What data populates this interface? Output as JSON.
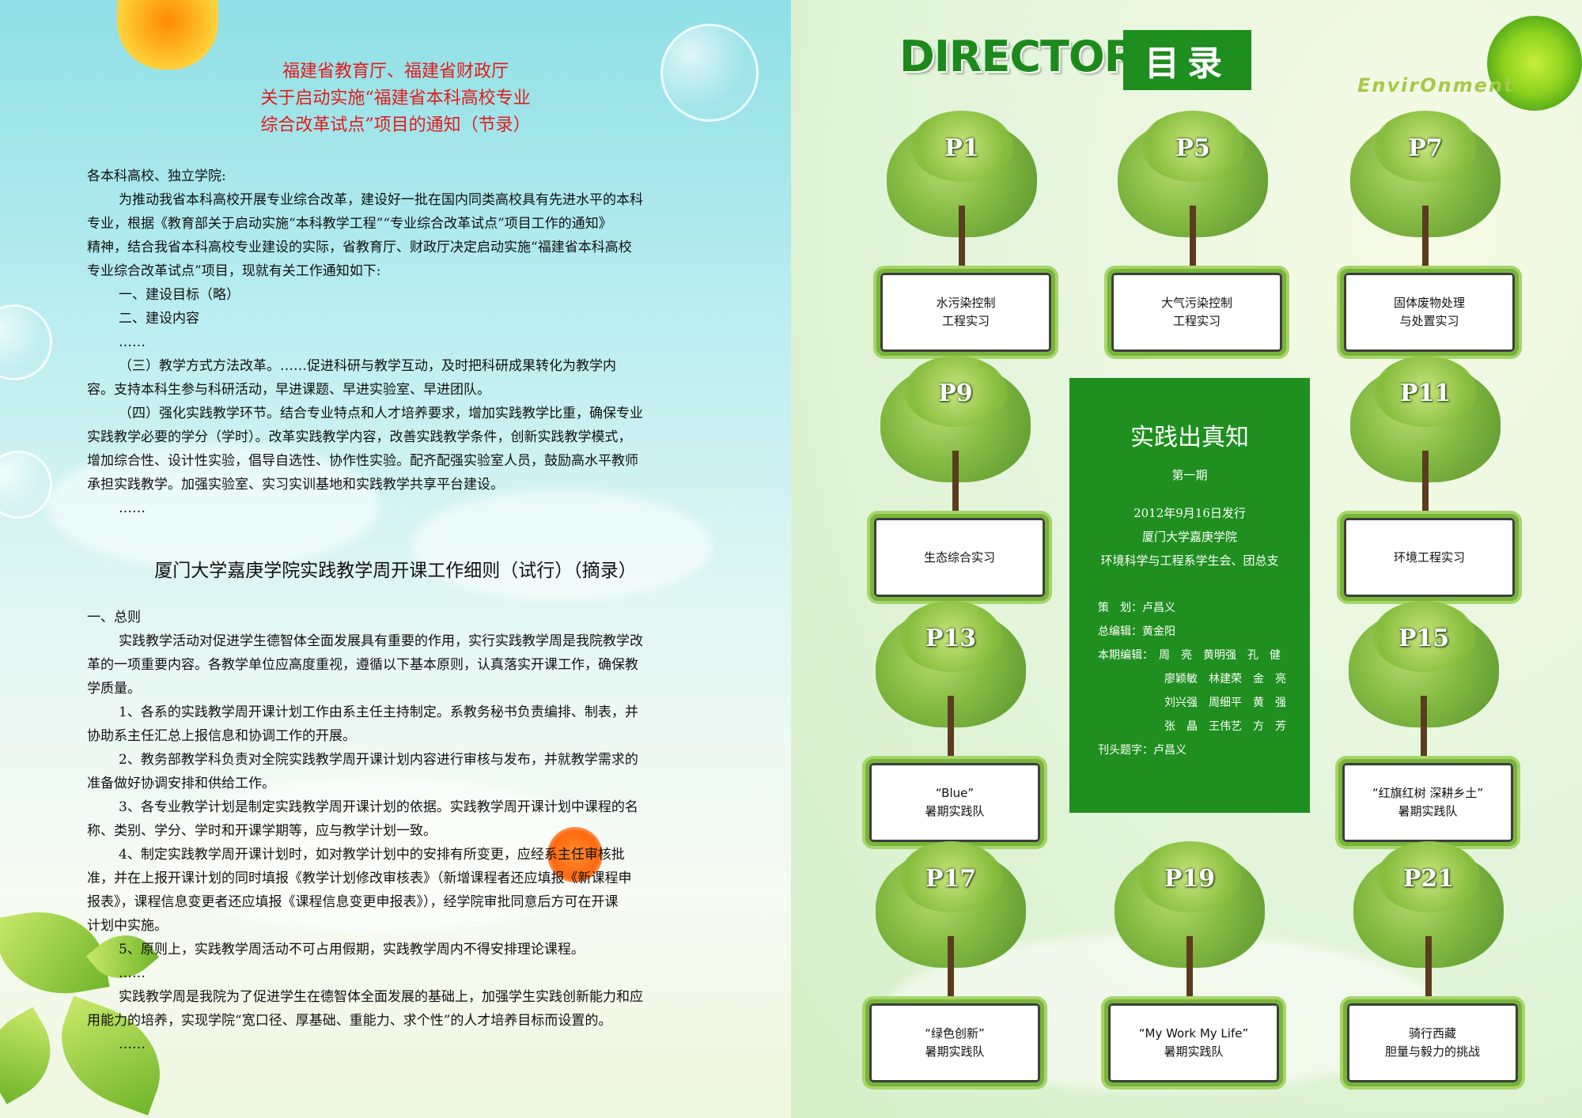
{
  "left": {
    "notice_title": [
      "福建省教育厅、福建省财政厅",
      "关于启动实施“福建省本科高校专业",
      "综合改革试点”项目的通知（节录）"
    ],
    "notice_body": [
      "各本科高校、独立学院:",
      "为推动我省本科高校开展专业综合改革，建设好一批在国内同类高校具有先进水平的本科",
      "专业，根据《教育部关于启动实施“本科教学工程”“专业综合改革试点”项目工作的通知》",
      "精神，结合我省本科高校专业建设的实际，省教育厅、财政厅决定启动实施“福建省本科高校",
      "专业综合改革试点”项目，现就有关工作通知如下:",
      "一、建设目标（略）",
      "二、建设内容",
      "……",
      "（三）教学方式方法改革。……促进科研与教学互动，及时把科研成果转化为教学内",
      "容。支持本科生参与科研活动，早进课题、早进实验室、早进团队。",
      "（四）强化实践教学环节。结合专业特点和人才培养要求，增加实践教学比重，确保专业",
      "实践教学必要的学分（学时）。改革实践教学内容，改善实践教学条件，创新实践教学模式，",
      "增加综合性、设计性实验，倡导自选性、协作性实验。配齐配强实验室人员，鼓励高水平教师",
      "承担实践教学。加强实验室、实习实训基地和实践教学共享平台建设。",
      "……"
    ],
    "rules_title": "厦门大学嘉庚学院实践教学周开课工作细则（试行）（摘录）",
    "rules_body": [
      "一、总则",
      "实践教学活动对促进学生德智体全面发展具有重要的作用，实行实践教学周是我院教学改",
      "革的一项重要内容。各教学单位应高度重视，遵循以下基本原则，认真落实开课工作，确保教",
      "学质量。",
      "1、各系的实践教学周开课计划工作由系主任主持制定。系教务秘书负责编排、制表，并",
      "协助系主任汇总上报信息和协调工作的开展。",
      "2、教务部教学科负责对全院实践教学周开课计划内容进行审核与发布，并就教学需求的",
      "准备做好协调安排和供给工作。",
      "3、各专业教学计划是制定实践教学周开课计划的依据。实践教学周开课计划中课程的名",
      "称、类别、学分、学时和开课学期等，应与教学计划一致。",
      "4、制定实践教学周开课计划时，如对教学计划中的安排有所变更，应经系主任审核批",
      "准，并在上报开课计划的同时填报《教学计划修改审核表》（新增课程者还应填报《新课程申",
      "报表》，课程信息变更者还应填报《课程信息变更申报表》），经学院审批同意后方可在开课",
      "计划中实施。",
      "5、原则上，实践教学周活动不可占用假期，实践教学周内不得安排理论课程。",
      "……",
      "实践教学周是我院为了促进学生在德智体全面发展的基础上，加强学生实践创新能力和应",
      "用能力的培养，实现学院“宽口径、厚基础、重能力、求个性”的人才培养目标而设置的。",
      "……"
    ]
  },
  "right": {
    "directory_label": "DIRECTORY",
    "directory_cn": "目录",
    "environment": "EnvirOnment",
    "entries": [
      {
        "page": "P1",
        "lines": [
          "水污染控制",
          "工程实习"
        ]
      },
      {
        "page": "P5",
        "lines": [
          "大气污染控制",
          "工程实习"
        ]
      },
      {
        "page": "P7",
        "lines": [
          "固体废物处理",
          "与处置实习"
        ]
      },
      {
        "page": "P9",
        "lines": [
          "生态综合实习",
          ""
        ]
      },
      {
        "page": "P11",
        "lines": [
          "环境工程实习",
          ""
        ]
      },
      {
        "page": "P13",
        "lines": [
          "“Blue”",
          "暑期实践队"
        ]
      },
      {
        "page": "P15",
        "lines": [
          "“红旗红树 深耕乡土”",
          "暑期实践队"
        ]
      },
      {
        "page": "P17",
        "lines": [
          "“绿色创新”",
          "暑期实践队"
        ]
      },
      {
        "page": "P19",
        "lines": [
          "“My Work My Life”",
          "暑期实践队"
        ]
      },
      {
        "page": "P21",
        "lines": [
          "骑行西藏",
          "胆量与毅力的挑战"
        ]
      }
    ],
    "center": {
      "title": "实践出真知",
      "issue": "第一期",
      "info": [
        "2012年9月16日发行",
        "厦门大学嘉庚学院",
        "环境科学与工程系学生会、团总支"
      ],
      "staff": [
        "策　划：卢昌义",
        "总编辑：黄金阳",
        "本期编辑：　周　亮　黄明强　孔　健",
        "廖颖敏　林建荣　金　亮",
        "刘兴强　周细平　黄　强",
        "张　晶　王伟艺　方　芳",
        "刊头题字：卢昌义"
      ]
    }
  }
}
